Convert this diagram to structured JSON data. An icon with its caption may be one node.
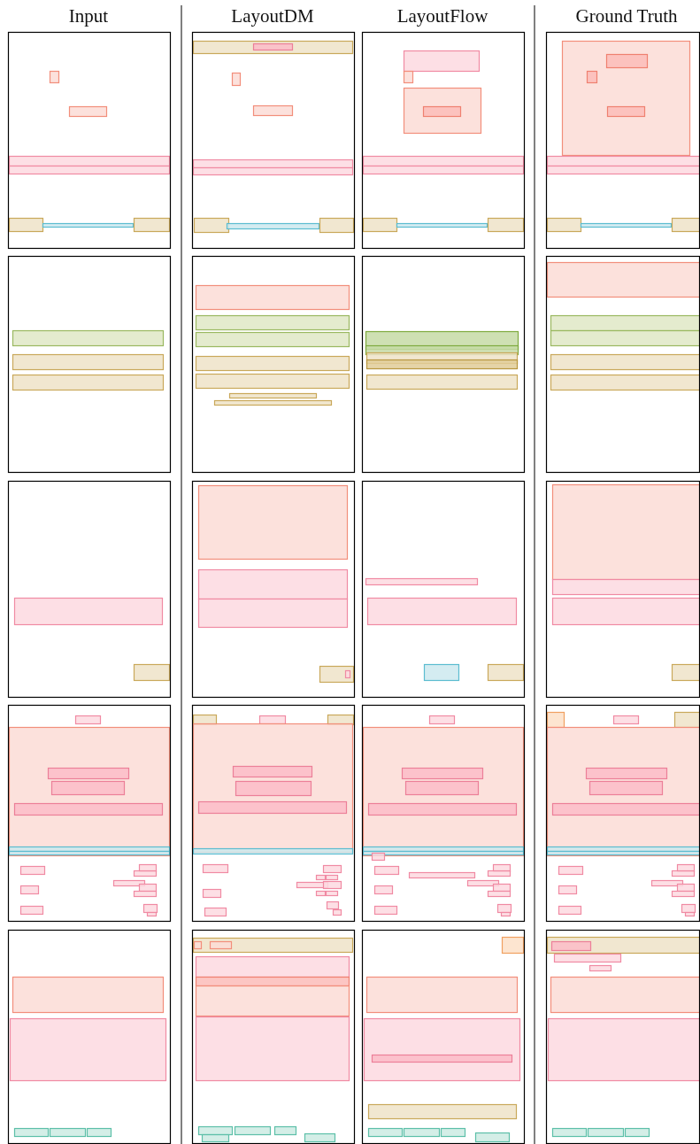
{
  "diagram": {
    "labels": [
      "Input",
      "LayoutDM",
      "LayoutFlow",
      "Ground Truth"
    ]
  }
}
